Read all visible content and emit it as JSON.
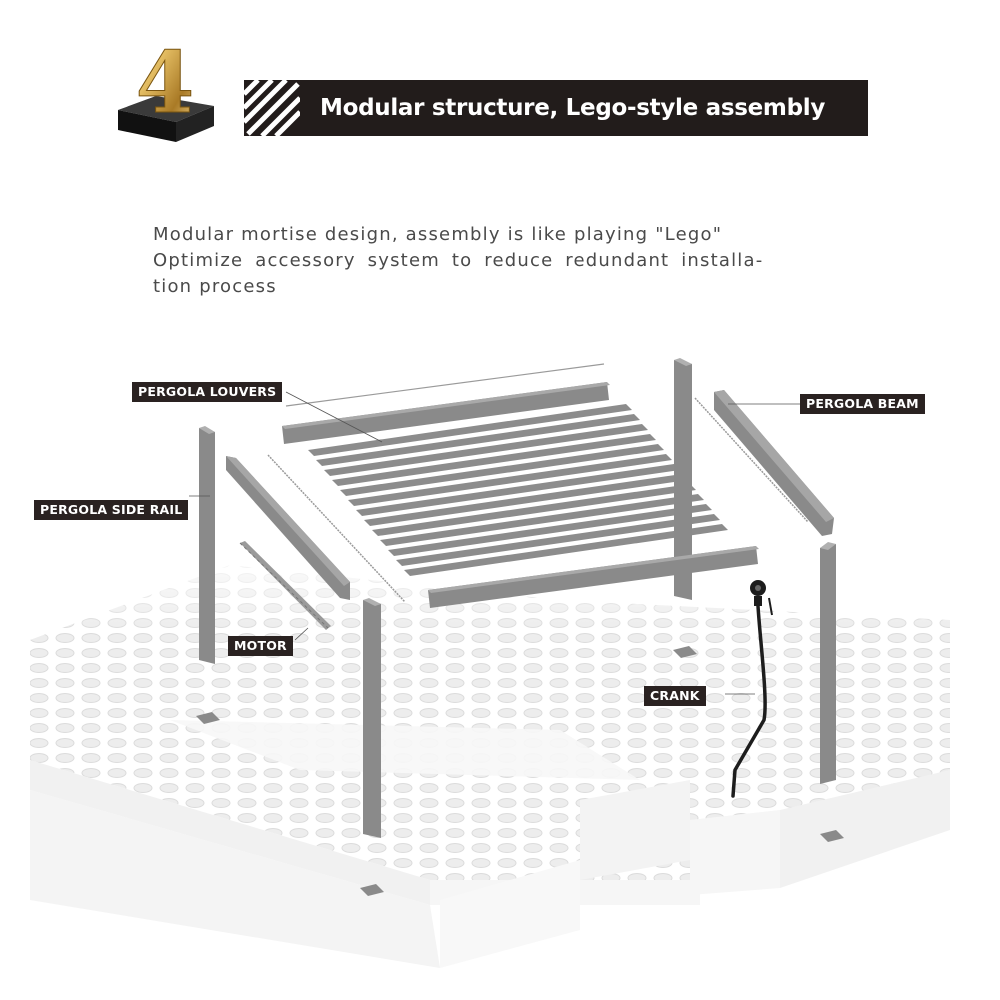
{
  "step": {
    "number": "4"
  },
  "header": {
    "title": "Modular structure, Lego-style assembly"
  },
  "description": {
    "line1": "Modular mortise design, assembly is like playing \"Lego\"",
    "line2": "Optimize accessory system to reduce redundant installa-",
    "line3": "tion process"
  },
  "labels": {
    "louvers": "PERGOLA LOUVERS",
    "beam": "PERGOLA BEAM",
    "side_rail": "PERGOLA SIDE RAIL",
    "motor": "MOTOR",
    "crank": "CRANK"
  },
  "colors": {
    "header_bg": "#221c1b",
    "gold": "#c9a14a",
    "part_grey": "#8a8a8a",
    "label_bg": "#2a2221"
  }
}
